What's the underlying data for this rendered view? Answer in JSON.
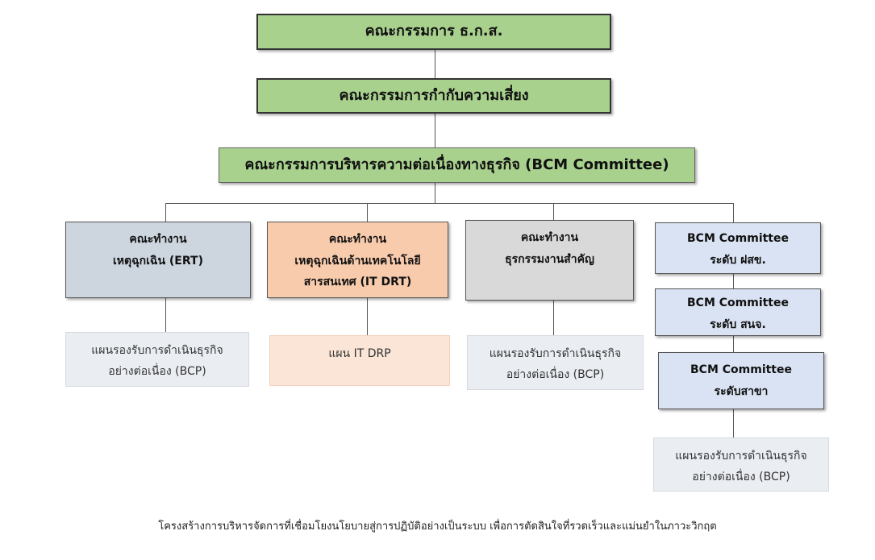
{
  "board": "คณะกรรมการ ธ.ก.ส.",
  "risk_committee": "คณะกรรมการกำกับความเสี่ยง",
  "bcm_committee": "คณะกรรมการบริหารความต่อเนื่องทางธุรกิจ (BCM Committee)",
  "teams": {
    "ert": {
      "line1": "คณะทำงาน",
      "line2": "เหตุฉุกเฉิน (ERT)"
    },
    "itdrt": {
      "line1": "คณะทำงาน",
      "line2": "เหตุฉุกเฉินด้านเทคโนโลยี",
      "line3": "สารสนเทศ (IT DRT)"
    },
    "key": {
      "line1": "คณะทำงาน",
      "line2": "ธุรกรรมงานสำคัญ"
    },
    "bcm_region": {
      "line1": "BCM Committee",
      "line2": "ระดับ ฝสข."
    },
    "bcm_province": {
      "line1": "BCM Committee",
      "line2": "ระดับ สนจ."
    },
    "bcm_branch": {
      "line1": "BCM Committee",
      "line2": "ระดับสาขา"
    }
  },
  "plans": {
    "bcp1": {
      "line1": "แผนรองรับการดำเนินธุรกิจ",
      "line2": "อย่างต่อเนื่อง (BCP)"
    },
    "drp": {
      "line1": "แผน IT DRP"
    },
    "bcp2": {
      "line1": "แผนรองรับการดำเนินธุรกิจ",
      "line2": "อย่างต่อเนื่อง (BCP)"
    },
    "bcp3": {
      "line1": "แผนรองรับการดำเนินธุรกิจ",
      "line2": "อย่างต่อเนื่อง (BCP)"
    }
  },
  "caption": "โครงสร้างการบริหารจัดการที่เชื่อมโยงนโยบายสู่การปฏิบัติอย่างเป็นระบบ เพื่อการตัดสินใจที่รวดเร็วและแม่นยำในภาวะวิกฤต",
  "colors": {
    "green": "#a9d18e",
    "ert": "#cdd5df",
    "itdrt": "#f8cbad",
    "key": "#d9d9d9",
    "bcm": "#dae3f3",
    "plan_gray": "#eaedf2",
    "plan_peach": "#fbe5d6"
  }
}
